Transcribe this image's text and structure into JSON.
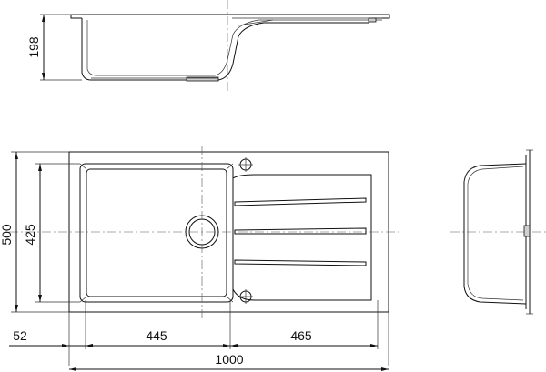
{
  "dimensions": {
    "side_depth": "198",
    "total_depth": "500",
    "bowl_depth": "425",
    "left_offset": "52",
    "bowl_width": "445",
    "drainer_width": "465",
    "total_width": "1000"
  }
}
